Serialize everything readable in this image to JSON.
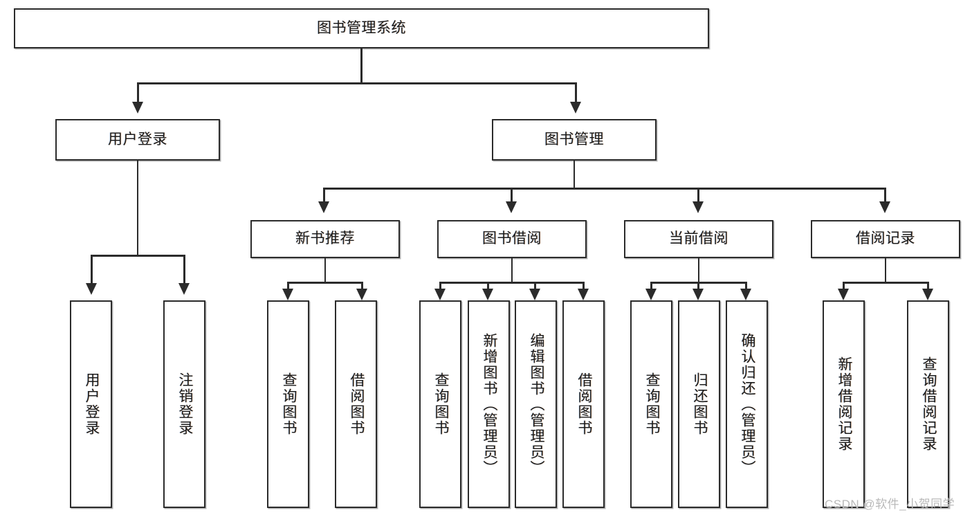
{
  "diagram": {
    "type": "tree-hierarchy",
    "title": "图书管理系统",
    "root": {
      "id": "root",
      "label": "图书管理系统"
    },
    "level2": [
      {
        "id": "user-login",
        "label": "用户登录"
      },
      {
        "id": "book-manage",
        "label": "图书管理"
      }
    ],
    "level3": [
      {
        "id": "new-book-recommend",
        "label": "新书推荐",
        "parent": "book-manage"
      },
      {
        "id": "book-borrow",
        "label": "图书借阅",
        "parent": "book-manage"
      },
      {
        "id": "current-borrow",
        "label": "当前借阅",
        "parent": "book-manage"
      },
      {
        "id": "borrow-record",
        "label": "借阅记录",
        "parent": "book-manage"
      }
    ],
    "leaves": [
      {
        "id": "leaf-user-login",
        "label": "用户登录",
        "parent": "user-login"
      },
      {
        "id": "leaf-user-logout",
        "label": "注销登录",
        "parent": "user-login"
      },
      {
        "id": "leaf-query-book-1",
        "label": "查询图书",
        "parent": "new-book-recommend"
      },
      {
        "id": "leaf-borrow-book-1",
        "label": "借阅图书",
        "parent": "new-book-recommend"
      },
      {
        "id": "leaf-query-book-2",
        "label": "查询图书",
        "parent": "book-borrow"
      },
      {
        "id": "leaf-add-book",
        "label": "新增图书（管理员）",
        "parent": "book-borrow"
      },
      {
        "id": "leaf-edit-book",
        "label": "编辑图书（管理员）",
        "parent": "book-borrow"
      },
      {
        "id": "leaf-borrow-book-2",
        "label": "借阅图书",
        "parent": "book-borrow"
      },
      {
        "id": "leaf-query-book-3",
        "label": "查询图书",
        "parent": "current-borrow"
      },
      {
        "id": "leaf-return-book",
        "label": "归还图书",
        "parent": "current-borrow"
      },
      {
        "id": "leaf-confirm-return",
        "label": "确认归还（管理员）",
        "parent": "current-borrow"
      },
      {
        "id": "leaf-add-record",
        "label": "新增借阅记录",
        "parent": "borrow-record"
      },
      {
        "id": "leaf-query-record",
        "label": "查询借阅记录",
        "parent": "borrow-record"
      }
    ]
  },
  "watermark": {
    "text": "CSDN @软件_小贺同学"
  },
  "colors": {
    "stroke": "#2b2b2b",
    "fill": "#ffffff",
    "text": "#1d1d1d",
    "watermark": "#b9b9b9"
  }
}
